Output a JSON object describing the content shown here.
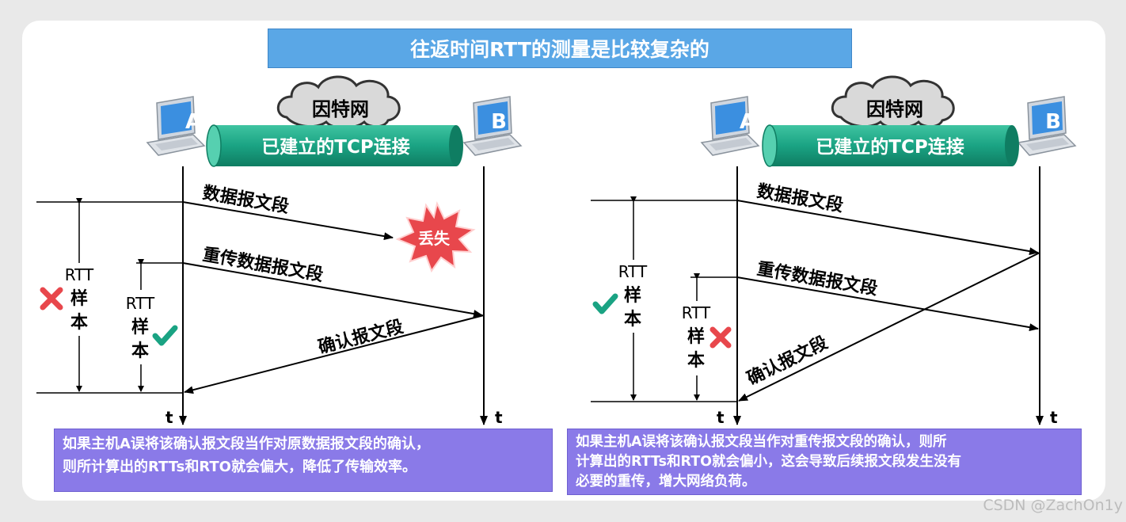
{
  "title": "往返时间RTT的测量是比较复杂的",
  "left": {
    "internet_label": "因特网",
    "host_a": "A",
    "host_b": "B",
    "connection_label": "已建立的TCP连接",
    "msg_data": "数据报文段",
    "msg_lost": "丢失",
    "msg_retransmit": "重传数据报文段",
    "msg_ack": "确认报文段",
    "rtt_outer": {
      "l1": "RTT",
      "l2": "样",
      "l3": "本"
    },
    "rtt_inner": {
      "l1": "RTT",
      "l2": "样",
      "l3": "本"
    },
    "time_a": "t",
    "time_b": "t",
    "note_lines": [
      "如果主机A误将该确认报文段当作对原数据报文段的确认，",
      "则所计算出的RTTs和RTO就会偏大，降低了传输效率。"
    ]
  },
  "right": {
    "internet_label": "因特网",
    "host_a": "A",
    "host_b": "B",
    "connection_label": "已建立的TCP连接",
    "msg_data": "数据报文段",
    "msg_retransmit": "重传数据报文段",
    "msg_ack": "确认报文段",
    "rtt_outer": {
      "l1": "RTT",
      "l2": "样",
      "l3": "本"
    },
    "rtt_inner": {
      "l1": "RTT",
      "l2": "样",
      "l3": "本"
    },
    "time_a": "t",
    "time_b": "t",
    "note_lines": [
      "如果主机A误将该确认报文段当作对重传报文段的确认，则所",
      "计算出的RTTs和RTO就会偏小，这会导致后续报文段发生没有",
      "必要的重传，增大网络负荷。"
    ]
  },
  "watermark": "CSDN @ZachOn1y",
  "colors": {
    "title_bg": "#5aa7e6",
    "connection": "#1aa383",
    "note_bg": "#8a7ae8",
    "check": "#1aa383",
    "cross": "#e8474c",
    "lost_burst": "#e8474c",
    "cloud": "#d9d9d9"
  },
  "icons": [
    "laptop-icon",
    "cloud-icon",
    "check-icon",
    "cross-icon",
    "burst-icon"
  ]
}
